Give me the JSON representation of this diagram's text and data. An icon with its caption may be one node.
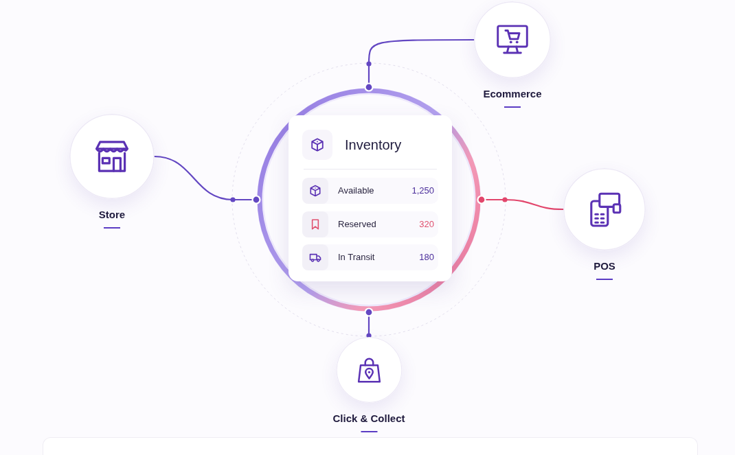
{
  "diagram": {
    "nodes": [
      {
        "text": [
          "Ecommerce"
        ]
      },
      {
        "text": [
          "Store"
        ]
      },
      {
        "text": [],
        "shape": "circle"
      },
      {
        "text": [
          "Inventory"
        ],
        "in": 2
      },
      {
        "text": [
          "Available",
          "1,250"
        ],
        "in": 3
      },
      {
        "text": [
          "Reserved",
          "320"
        ],
        "in": 3
      },
      {
        "text": [
          "In Transit",
          "180"
        ],
        "in": 3
      },
      {
        "text": [
          "POS"
        ]
      },
      {
        "text": [
          "Click & Collect"
        ]
      }
    ],
    "edges": [
      {
        "from": 0,
        "to": 2,
        "arrow": "other"
      },
      {
        "from": 1,
        "to": 2,
        "arrow": "other"
      },
      {
        "from": 7,
        "to": 2,
        "arrow": "other",
        "color": "#e2466c"
      },
      {
        "from": 8,
        "to": 2,
        "arrow": "other"
      }
    ]
  }
}
